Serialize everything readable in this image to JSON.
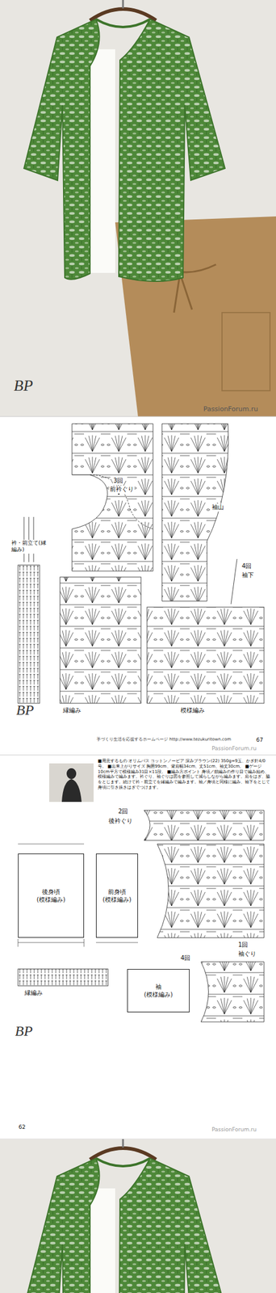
{
  "diagram": {
    "nodes": [
      {
        "text": [
          "後身頃",
          "(模様編み)"
        ]
      },
      {
        "text": [
          "前身頃",
          "(模様編み)"
        ]
      },
      {
        "text": [
          "袖",
          "(模様編み)"
        ]
      }
    ],
    "labels": [
      "BP",
      "PassionForum.ru",
      "3回",
      "前衿ぐり",
      "衿・前立て(縁編み)",
      "袖山",
      "4回",
      "袖下",
      "模様編み",
      "縁編み",
      "BP",
      "手づくり生活を応援するホームページ http://www.tezukuritown.com",
      "67",
      "PassionForum.ru",
      "■用意するもの オリムパス コットンノービア 深みブラウン(22) 350g=9玉、かぎ針4/0号。 ■出来上がりサイズ 胸囲99cm、背肩幅34cm、丈51cm、袖丈30cm。 ■ゲージ 10cm平方で模様編み31目×11段。 ■編み方ポイント 身頃／鎖編みの作り目で編み始め、模様編みで編みます。衿ぐり、袖ぐりは図を参照して減らしながら編みます。肩をはぎ、脇をとじます。続けて衿・前立てを縁編みで編みます。袖／身頃と同様に編み、袖下をとじて身頃に引き抜きはぎでつけます。",
      "2回",
      "後衿ぐり",
      "1回",
      "袖ぐり",
      "4回",
      "縁編み",
      "BP",
      "62",
      "PassionForum.ru"
    ]
  }
}
